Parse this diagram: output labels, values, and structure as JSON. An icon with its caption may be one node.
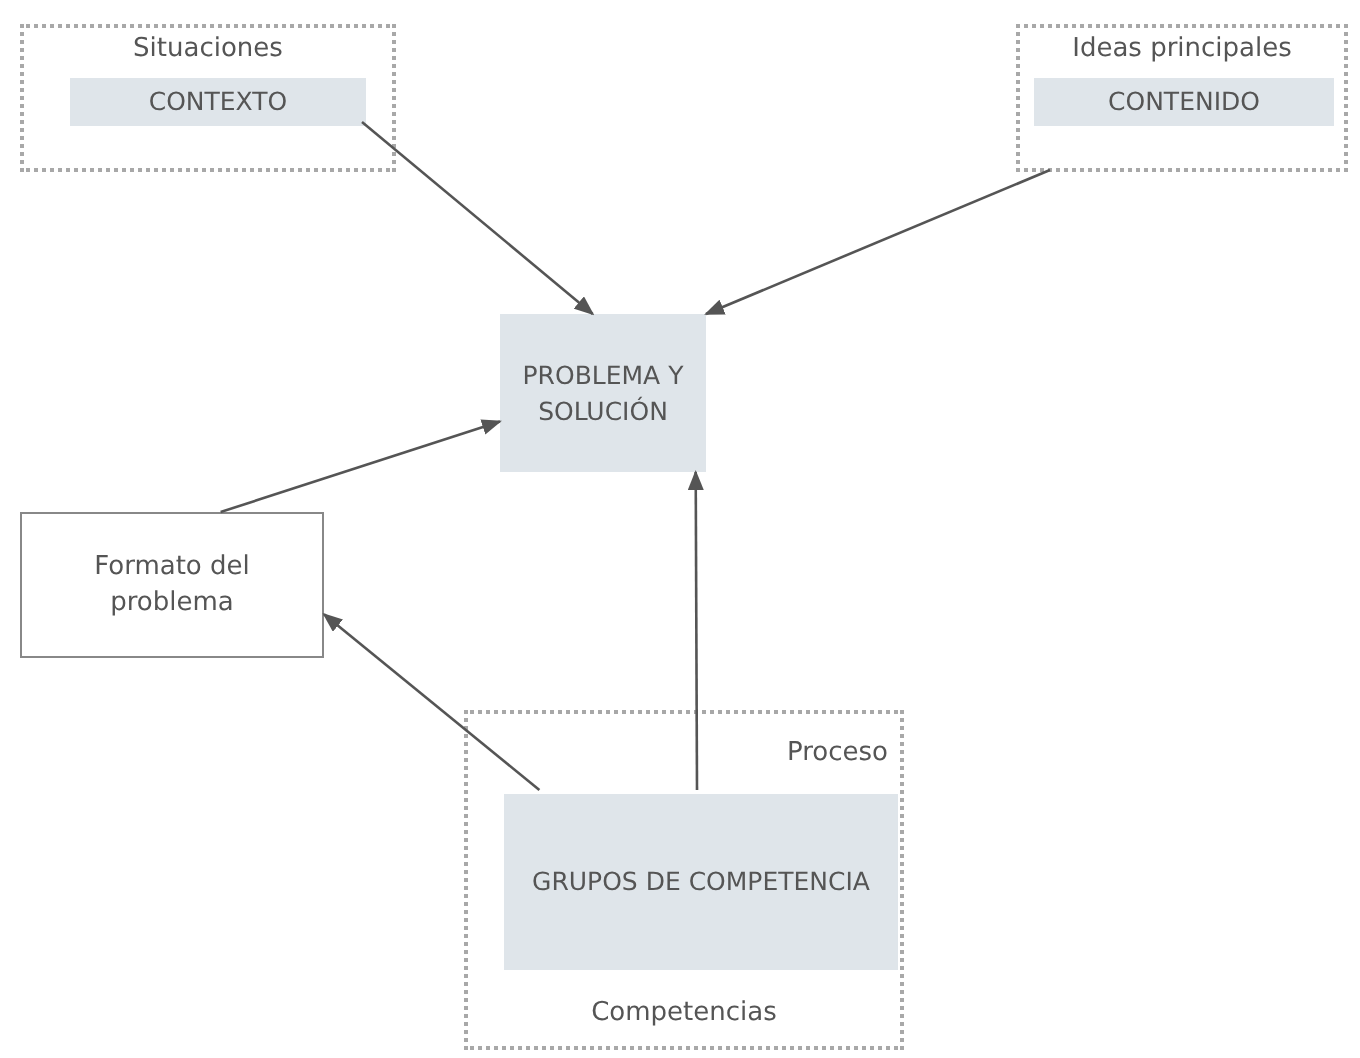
{
  "diagram": {
    "nodes": [
      {
        "text": [
          "Situaciones"
        ]
      },
      {
        "text": [
          "CONTEXTO"
        ],
        "in": 0
      },
      {
        "text": [
          "Ideas principales"
        ]
      },
      {
        "text": [
          "CONTENIDO"
        ],
        "in": 2
      },
      {
        "text": [
          "PROBLEMA Y SOLUCIÓN"
        ]
      },
      {
        "text": [
          "Formato del problema"
        ]
      },
      {
        "text": [
          "Proceso",
          "Competencias"
        ]
      },
      {
        "text": [
          "GRUPOS DE COMPETENCIA"
        ],
        "in": 6
      }
    ],
    "edges": [
      {
        "from": 1,
        "to": 4,
        "arrow": "to"
      },
      {
        "from": 3,
        "to": 4,
        "arrow": "to"
      },
      {
        "from": 5,
        "to": 4,
        "arrow": "to"
      },
      {
        "from": 7,
        "to": 4,
        "arrow": "to"
      },
      {
        "from": 7,
        "to": 5,
        "arrow": "to"
      }
    ]
  }
}
